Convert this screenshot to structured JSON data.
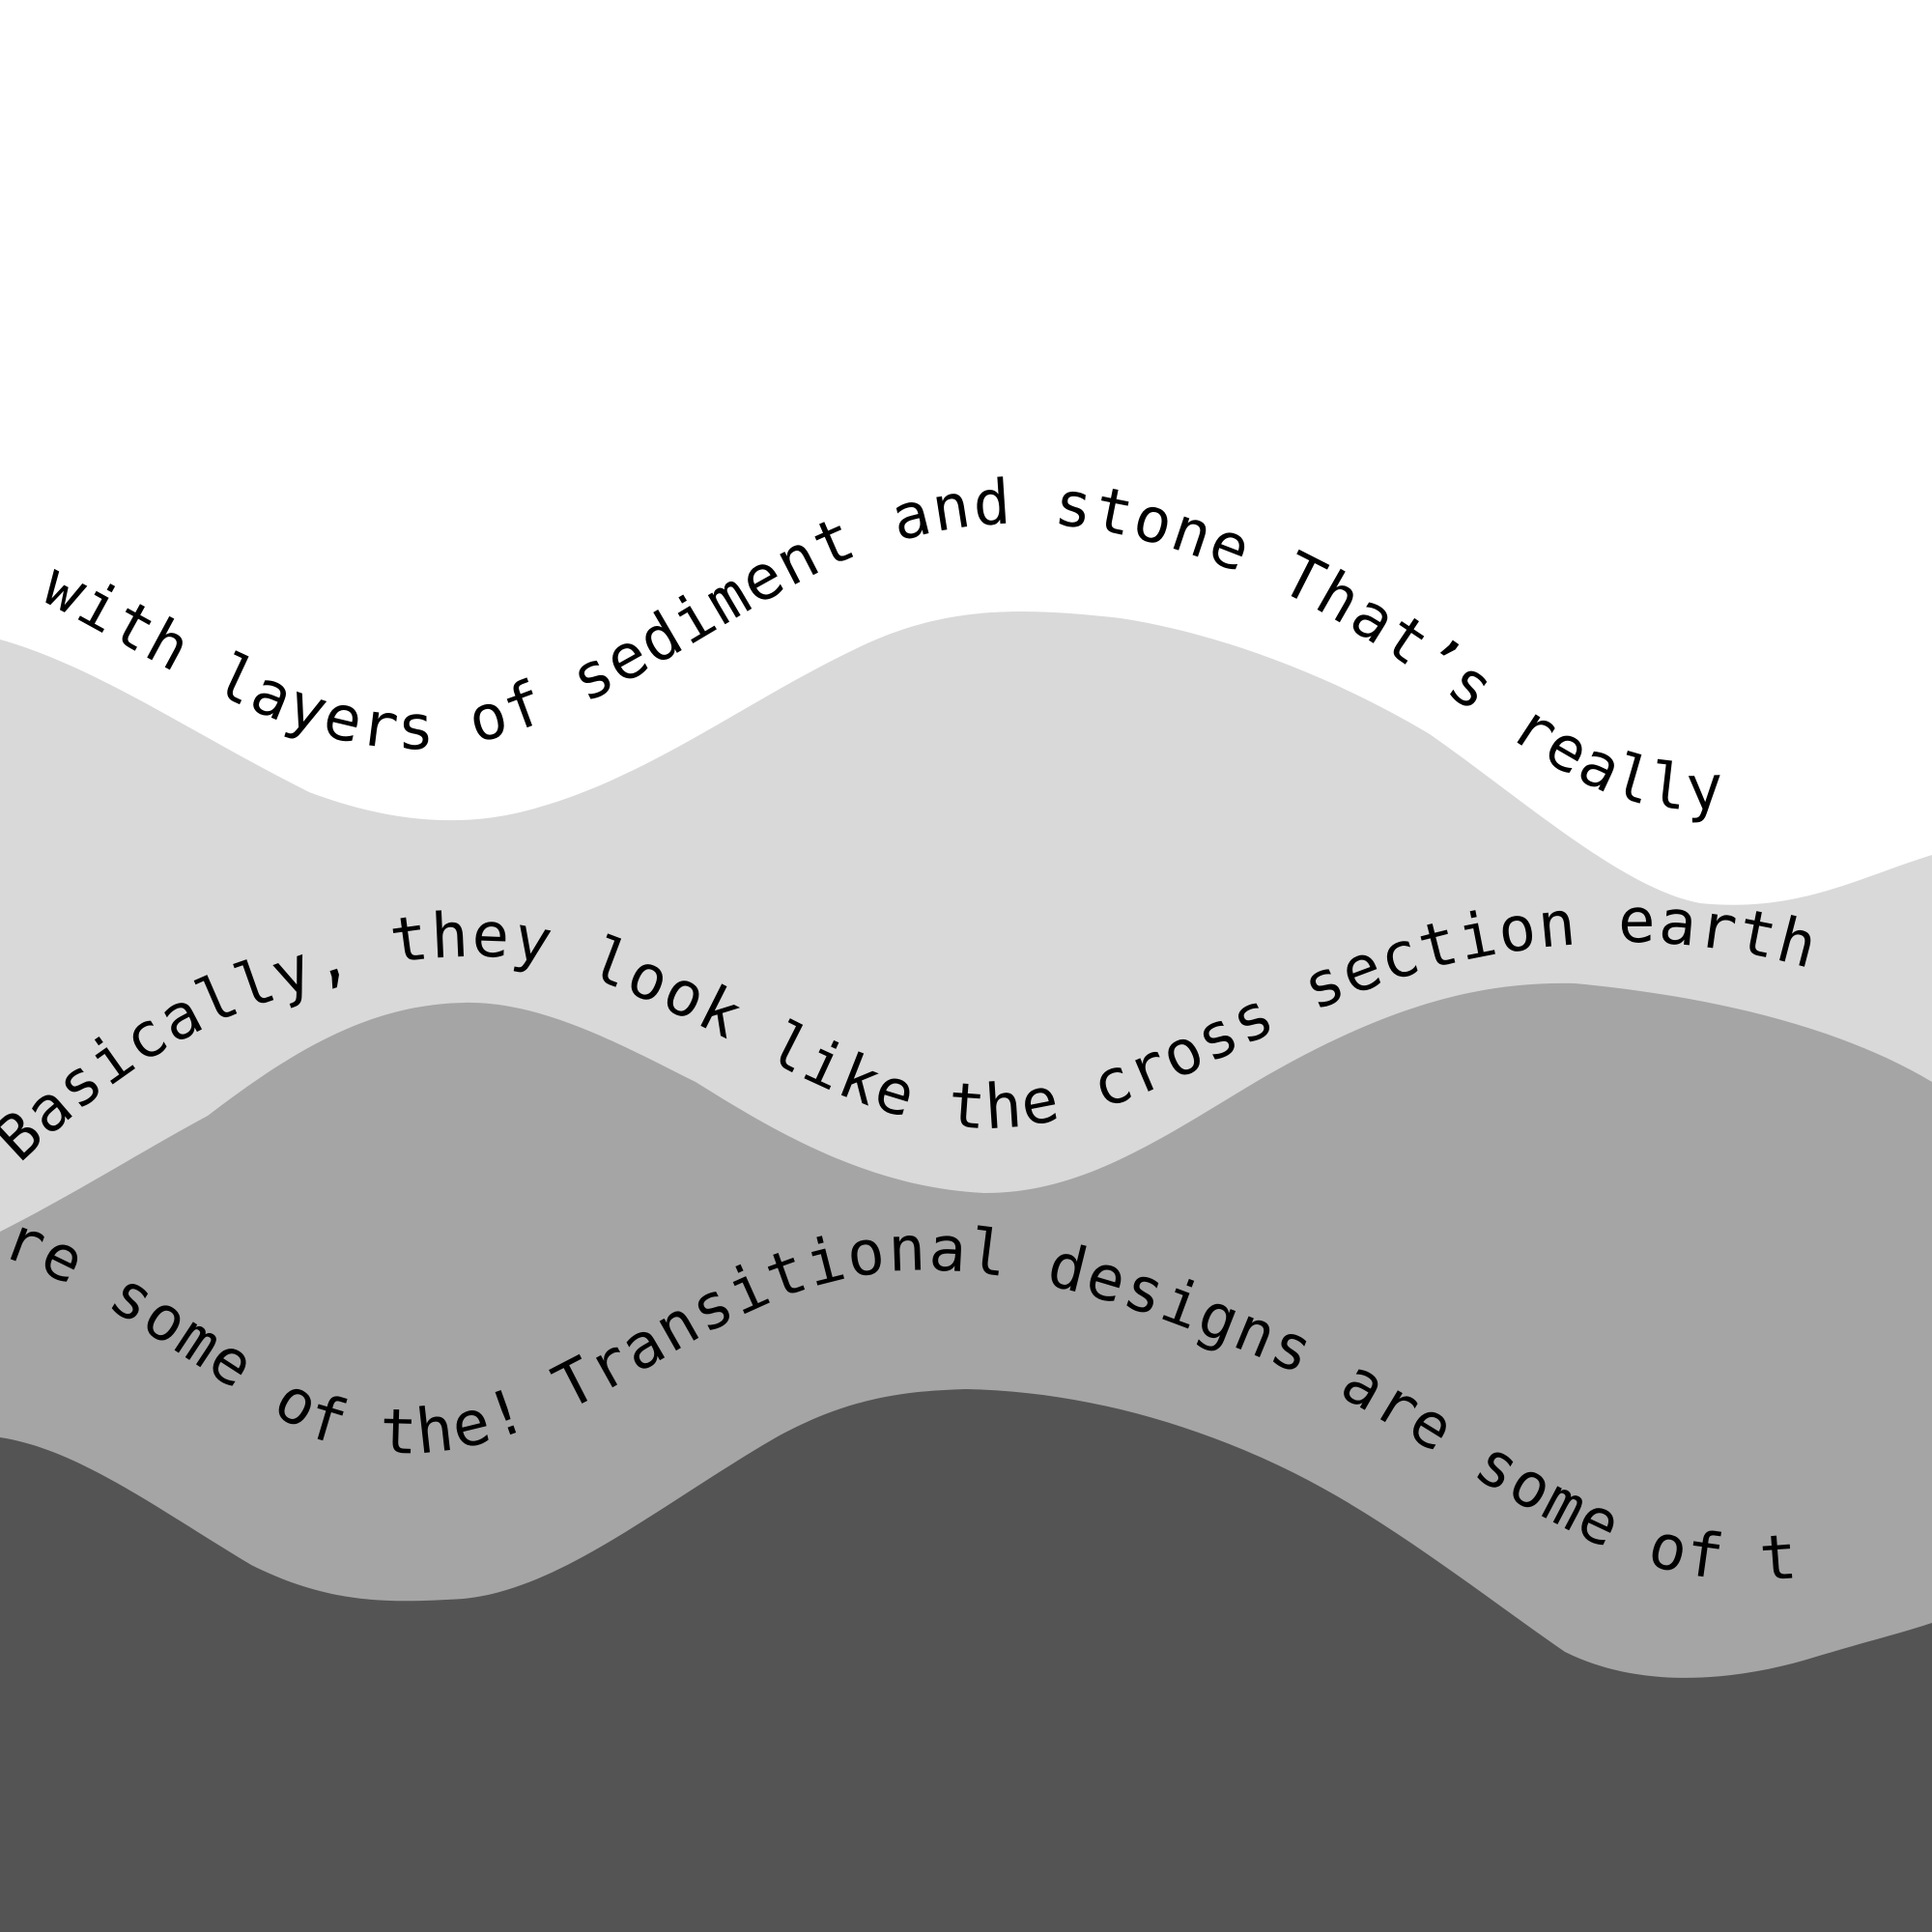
{
  "colors": {
    "background": "#ffffff",
    "layer_light": "#d9d9d9",
    "layer_mid": "#a5a5a5",
    "layer_dark": "#545454",
    "text": "#000000"
  },
  "text_lines": {
    "top": "with layers of  sediment and stone That’s really",
    "middle": "Basically, they look  like the cross  section earth",
    "bottom": "re some of the!  Transitional designs are some of t"
  }
}
